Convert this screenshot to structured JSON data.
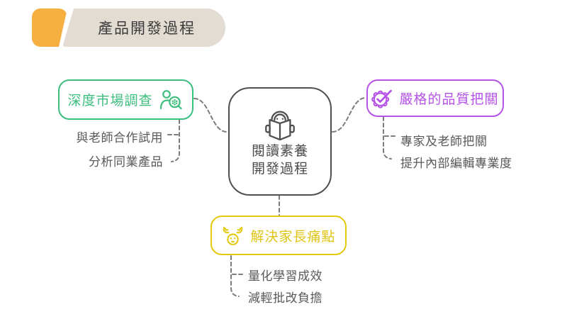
{
  "page": {
    "background": "#FFFFFF",
    "connector_color": "#7C7C7C"
  },
  "header": {
    "title": "產品開發過程",
    "accent_color": "#F5B041",
    "bar_color": "#E3DCD2"
  },
  "center_node": {
    "line1": "閱讀素養",
    "line2": "開發過程",
    "icon": "person-reading-book-icon",
    "border_color": "#4F4F4F"
  },
  "branches": [
    {
      "id": "market-research",
      "label": "深度市場調查",
      "color": "#3DBE7E",
      "icon": "user-search-icon",
      "items": [
        "與老師合作試用",
        "分析同業產品"
      ]
    },
    {
      "id": "quality-control",
      "label": "嚴格的品質把關",
      "color": "#B552E8",
      "icon": "certified-seal-check-icon",
      "items": [
        "專家及老師把關",
        "提升內部編輯專業度"
      ]
    },
    {
      "id": "parent-painpoints",
      "label": "解決家長痛點",
      "color": "#E4C90F",
      "icon": "stressed-face-icon",
      "items": [
        "量化學習成效",
        "減輕批改負擔"
      ]
    }
  ]
}
